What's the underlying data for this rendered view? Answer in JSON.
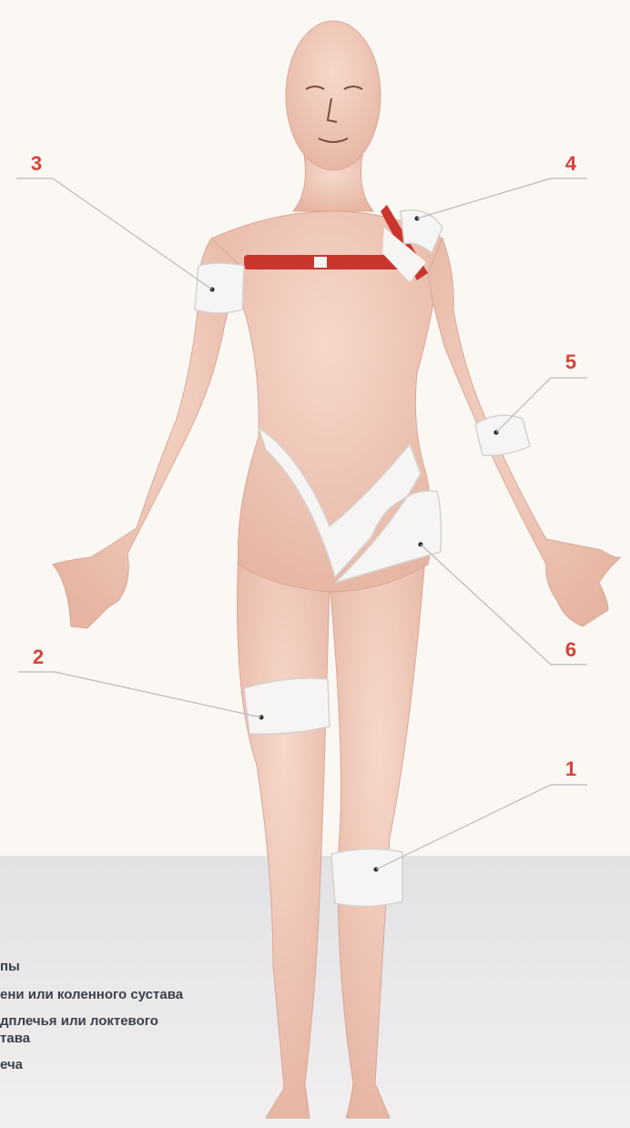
{
  "markers": [
    {
      "id": "1",
      "label": "1"
    },
    {
      "id": "2",
      "label": "2"
    },
    {
      "id": "3",
      "label": "3"
    },
    {
      "id": "4",
      "label": "4"
    },
    {
      "id": "5",
      "label": "5"
    },
    {
      "id": "6",
      "label": "6"
    }
  ],
  "legend": [
    "пы",
    "ени или коленного сустава",
    "дплечья или локтевого",
    "тава",
    "еча"
  ],
  "colors": {
    "background": "#fbf8f4",
    "floor": "#e6e4e6",
    "skin": "#efc8b8",
    "bandage": "#f7f5f3",
    "marker": "#d8413a",
    "leader": "#b9b9b9",
    "strap": "#c9362e"
  }
}
